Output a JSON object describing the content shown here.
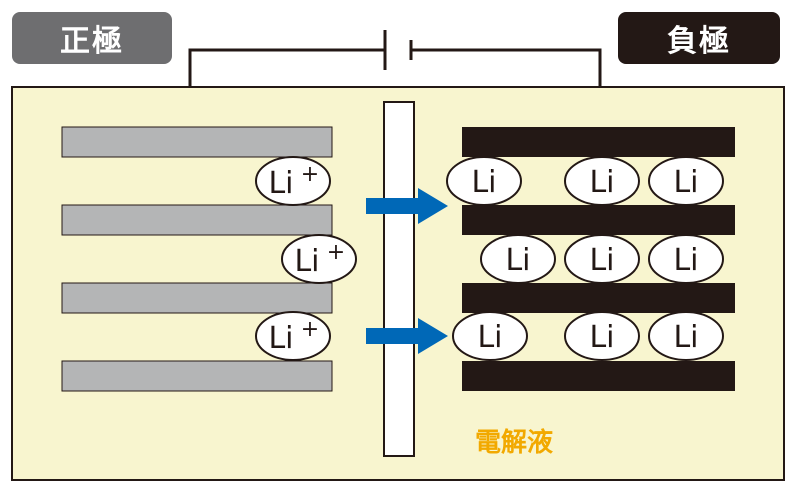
{
  "labels": {
    "positive": "正極",
    "negative": "負極",
    "electrolyte": "電解液"
  },
  "ions": {
    "ion_text": "Li",
    "ion_superscript": "+",
    "lithium_text": "Li"
  },
  "colors": {
    "cell_fill": "#f8f5cf",
    "positive_plate": "#b4b5b6",
    "negative_plate": "#231815",
    "arrow": "#0068b7",
    "electrolyte_text": "#f2a900",
    "positive_label_bg": "#6e6e70",
    "negative_label_bg": "#231815"
  },
  "icons": {
    "arrow": "right-arrow-icon",
    "battery": "battery-symbol-icon"
  }
}
